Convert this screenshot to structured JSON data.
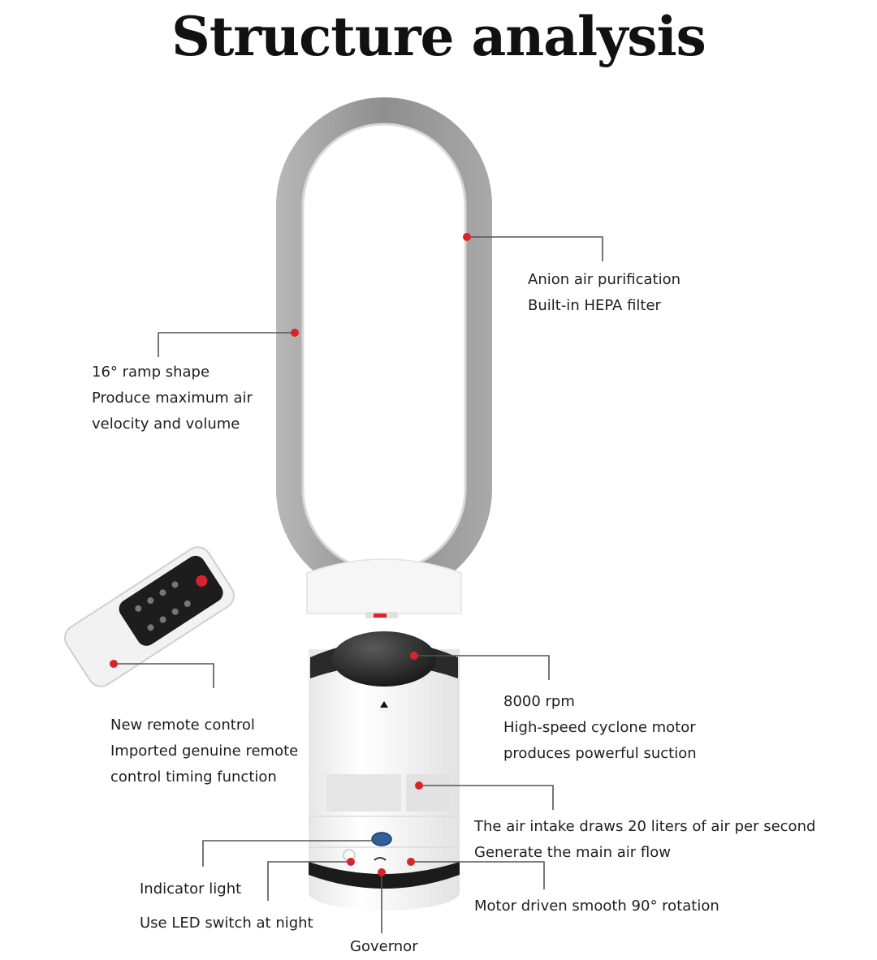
{
  "title": "Structure analysis",
  "callouts": {
    "anion": {
      "line1": "Anion air purification",
      "line2": "Built-in HEPA filter"
    },
    "ramp": {
      "line1": "16°  ramp shape",
      "line2": "Produce maximum air",
      "line3": "velocity and volume"
    },
    "remote": {
      "line1": "New remote control",
      "line2": "Imported genuine remote",
      "line3": "control timing function"
    },
    "motor": {
      "line1": "8000 rpm",
      "line2": "High-speed cyclone motor",
      "line3": "produces powerful suction"
    },
    "intake": {
      "line1": "The air intake draws 20 liters of air per second",
      "line2": "Generate the main air flow"
    },
    "indicator": {
      "line1": "Indicator light",
      "line2": "Use LED switch at night"
    },
    "rotation": {
      "line1": "Motor driven smooth 90°  rotation"
    },
    "governor": {
      "line1": "Governor"
    }
  },
  "colors": {
    "marker": "#d8232a",
    "leader": "#555555",
    "ring": "#9a9a9a",
    "body": "#f4f4f4"
  }
}
